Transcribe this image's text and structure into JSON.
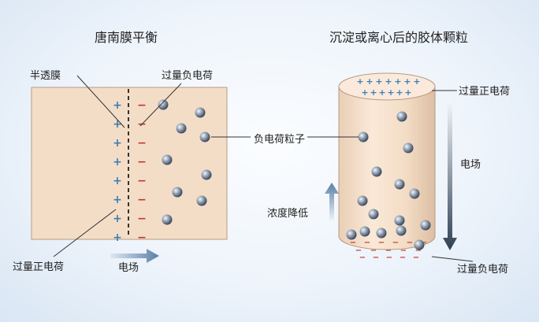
{
  "left": {
    "title": "唐南膜平衡",
    "label_membrane": "半透膜",
    "label_neg_charge": "过量负电荷",
    "label_pos_charge": "过量正电荷",
    "label_field": "电场",
    "membrane_plus": [
      "+",
      "+",
      "+",
      "+",
      "+",
      "+",
      "+",
      "+"
    ],
    "membrane_minus": [
      "−",
      "−",
      "−",
      "−",
      "−",
      "−",
      "−",
      "−"
    ]
  },
  "right": {
    "title": "沉淀或离心后的胶体颗粒",
    "label_particle": "负电荷粒子",
    "label_concentration": "浓度降低",
    "label_top_charge": "过量正电荷",
    "label_field": "电场",
    "label_bottom_charge": "过量负电荷",
    "top_plus": [
      "+",
      "+",
      "+",
      "+",
      "+",
      "+",
      "+",
      "+",
      "+",
      "+",
      "+",
      "+",
      "+"
    ],
    "bottom_minus": [
      "−",
      "−",
      "−",
      "−",
      "−",
      "−",
      "−",
      "−",
      "−",
      "−",
      "−",
      "−",
      "−",
      "−",
      "−",
      "−"
    ]
  },
  "colors": {
    "panel_fill": "#f4ddc7",
    "cylinder_fill": "#f5e1cc",
    "plus_color": "#3b7fb4",
    "minus_color": "#c0392b",
    "arrow_blue": "#5a7fa6"
  }
}
